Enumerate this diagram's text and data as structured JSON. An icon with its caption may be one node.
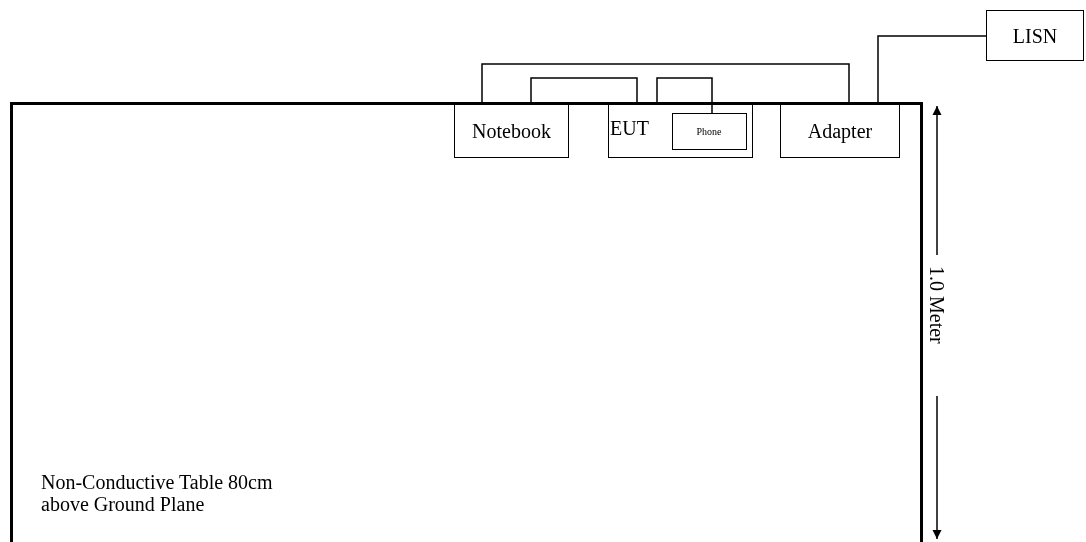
{
  "diagram": {
    "nodes": [
      {
        "text": [
          "Non-Conductive Table 80cm above Ground Plane"
        ]
      },
      {
        "text": [
          "Notebook"
        ],
        "in": 0
      },
      {
        "text": [
          "EUT"
        ],
        "in": 0
      },
      {
        "text": [
          "Phone"
        ],
        "in": 2
      },
      {
        "text": [
          "Adapter"
        ],
        "in": 0
      },
      {
        "text": [
          "LISN"
        ]
      }
    ],
    "edges": [
      {
        "from": 1,
        "to": 2,
        "arrow": "none"
      },
      {
        "from": 2,
        "to": 3,
        "arrow": "none"
      },
      {
        "from": 1,
        "to": 4,
        "arrow": "none"
      },
      {
        "from": 4,
        "to": 5,
        "arrow": "none"
      }
    ],
    "labels": [
      "1.0 Meter"
    ]
  }
}
